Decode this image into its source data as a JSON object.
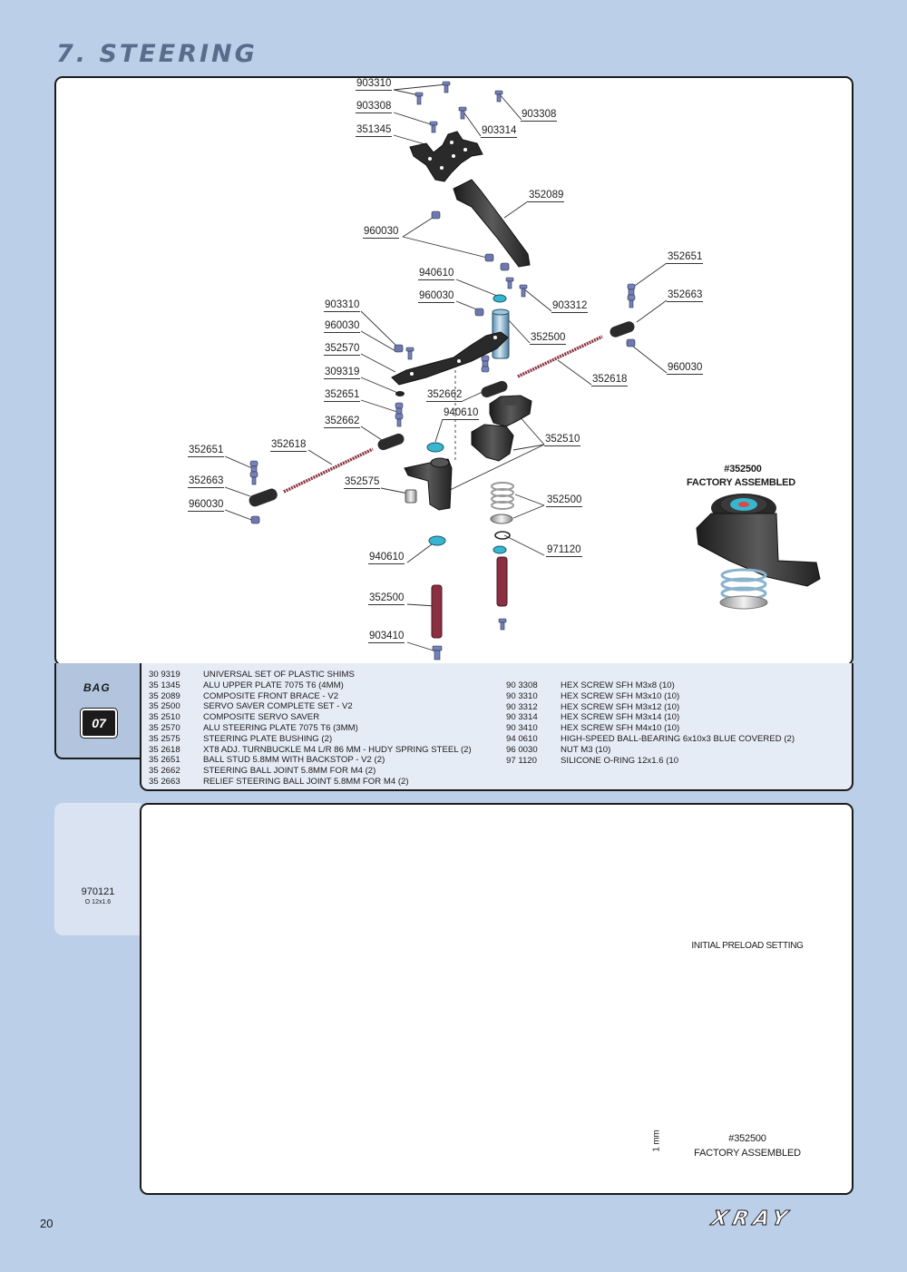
{
  "header": {
    "title": "7. STEERING"
  },
  "diagram": {
    "labels": [
      "903310",
      "903308",
      "903308",
      "903314",
      "351345",
      "352089",
      "960030",
      "940610",
      "960030",
      "903312",
      "352651",
      "352663",
      "903310",
      "960030",
      "352500",
      "352570",
      "309319",
      "352618",
      "960030",
      "352662",
      "352651",
      "940610",
      "352662",
      "352510",
      "352651",
      "352618",
      "352663",
      "352575",
      "352500",
      "960030",
      "971120",
      "940610",
      "352500",
      "903410"
    ],
    "factory_code": "#352500",
    "factory_text": "FACTORY ASSEMBLED"
  },
  "bag": {
    "label": "BAG",
    "number": "07"
  },
  "parts_left": [
    {
      "code": "30 9319",
      "desc": "UNIVERSAL SET OF PLASTIC SHIMS"
    },
    {
      "code": "35 1345",
      "desc": "ALU UPPER PLATE 7075 T6 (4MM)"
    },
    {
      "code": "35 2089",
      "desc": "COMPOSITE FRONT BRACE - V2"
    },
    {
      "code": "35 2500",
      "desc": "SERVO SAVER COMPLETE SET - V2"
    },
    {
      "code": "35 2510",
      "desc": "COMPOSITE SERVO SAVER"
    },
    {
      "code": "35 2570",
      "desc": "ALU STEERING PLATE 7075 T6 (3MM)"
    },
    {
      "code": "35 2575",
      "desc": "STEERING PLATE BUSHING (2)"
    },
    {
      "code": "35 2618",
      "desc": "XT8 ADJ. TURNBUCKLE M4 L/R 86 MM - HUDY SPRING STEEL (2)"
    },
    {
      "code": "35 2651",
      "desc": "BALL STUD 5.8MM WITH BACKSTOP - V2 (2)"
    },
    {
      "code": "35 2662",
      "desc": "STEERING BALL JOINT 5.8MM FOR M4 (2)"
    },
    {
      "code": "35 2663",
      "desc": "RELIEF STEERING BALL JOINT 5.8MM FOR M4 (2)"
    }
  ],
  "parts_right": [
    {
      "code": "90 3308",
      "desc": "HEX SCREW  SFH M3x8  (10)"
    },
    {
      "code": "90 3310",
      "desc": "HEX SCREW  SFH M3x10  (10)"
    },
    {
      "code": "90 3312",
      "desc": "HEX SCREW  SFH M3x12  (10)"
    },
    {
      "code": "90 3314",
      "desc": "HEX SCREW  SFH M3x14  (10)"
    },
    {
      "code": "90 3410",
      "desc": "HEX SCREW  SFH M4x10  (10)"
    },
    {
      "code": "94 0610",
      "desc": "HIGH-SPEED BALL-BEARING 6x10x3 BLUE COVERED (2)"
    },
    {
      "code": "96 0030",
      "desc": "NUT M3  (10)"
    },
    {
      "code": "97 1120",
      "desc": "SILICONE O-RING 12x1.6 (10"
    }
  ],
  "oring": {
    "code": "970121",
    "size": "O 12x1.6"
  },
  "instructions": {
    "preload_title": "INITIAL PRELOAD SETTING",
    "dimension": "1 mm",
    "factory_code": "#352500",
    "factory_text": "FACTORY ASSEMBLED"
  },
  "footer": {
    "page_number": "20",
    "brand": "XRAY"
  },
  "colors": {
    "page_bg": "#bccfe9",
    "title": "#596c8a",
    "parts_bg": "#e6ecf6",
    "accent_magenta": "#d4147c",
    "rod": "#8a3040",
    "bearing": "#37b6cf"
  }
}
